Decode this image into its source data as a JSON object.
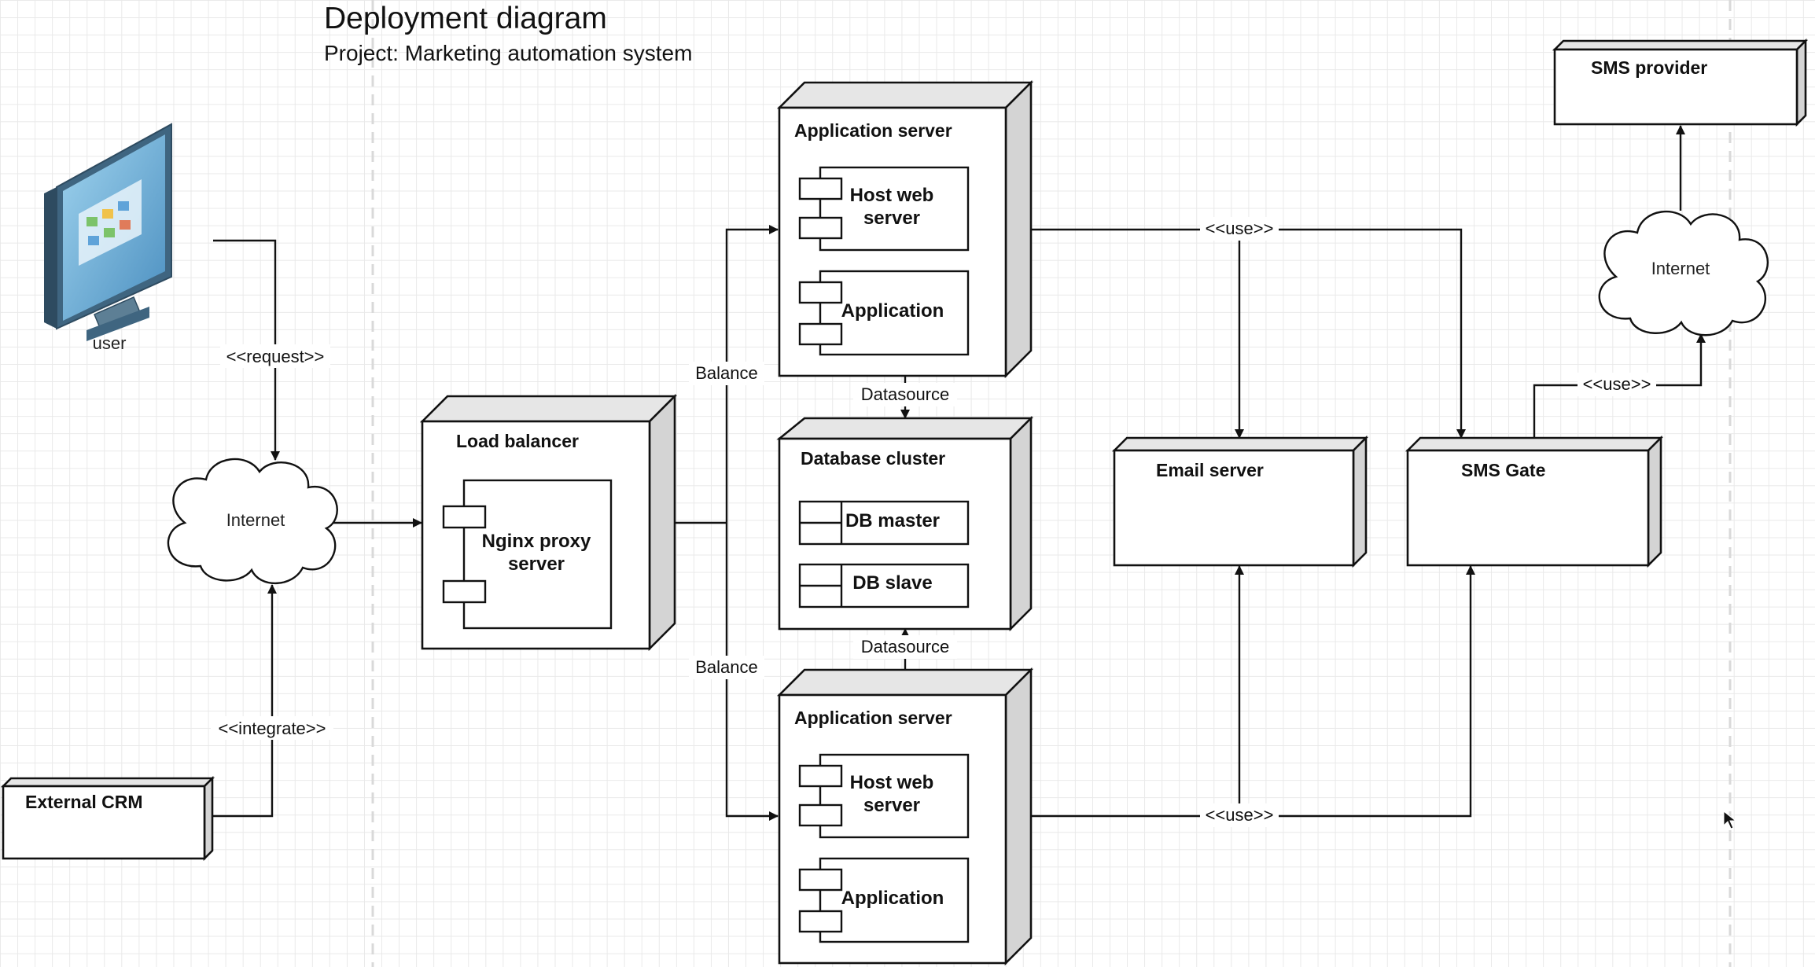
{
  "header": {
    "title": "Deployment diagram",
    "subtitle": "Project: Marketing automation system"
  },
  "actors": {
    "user": "user"
  },
  "clouds": {
    "internet_left": "Internet",
    "internet_right": "Internet"
  },
  "nodes": {
    "load_balancer": "Load balancer",
    "app_server_top": "Application server",
    "db_cluster": "Database cluster",
    "app_server_bottom": "Application server",
    "email_server": "Email server",
    "sms_gate": "SMS Gate",
    "sms_provider": "SMS provider",
    "external_crm": "External CRM"
  },
  "components": {
    "nginx_line1": "Nginx proxy",
    "nginx_line2": "server",
    "host_web_line1": "Host web",
    "host_web_line2": "server",
    "application": "Application",
    "db_master": "DB master",
    "db_slave": "DB slave"
  },
  "edge_labels": {
    "request": "<<request>>",
    "integrate": "<<integrate>>",
    "balance": "Balance",
    "datasource": "Datasource",
    "use": "<<use>>"
  },
  "colors": {
    "line": "#111111",
    "node_side": "#d4d4d4",
    "node_top": "#e6e6e6",
    "grid": "#e9e9e9",
    "monitor_frame": "#4b6e86",
    "monitor_screen": "#6fb1d6"
  }
}
